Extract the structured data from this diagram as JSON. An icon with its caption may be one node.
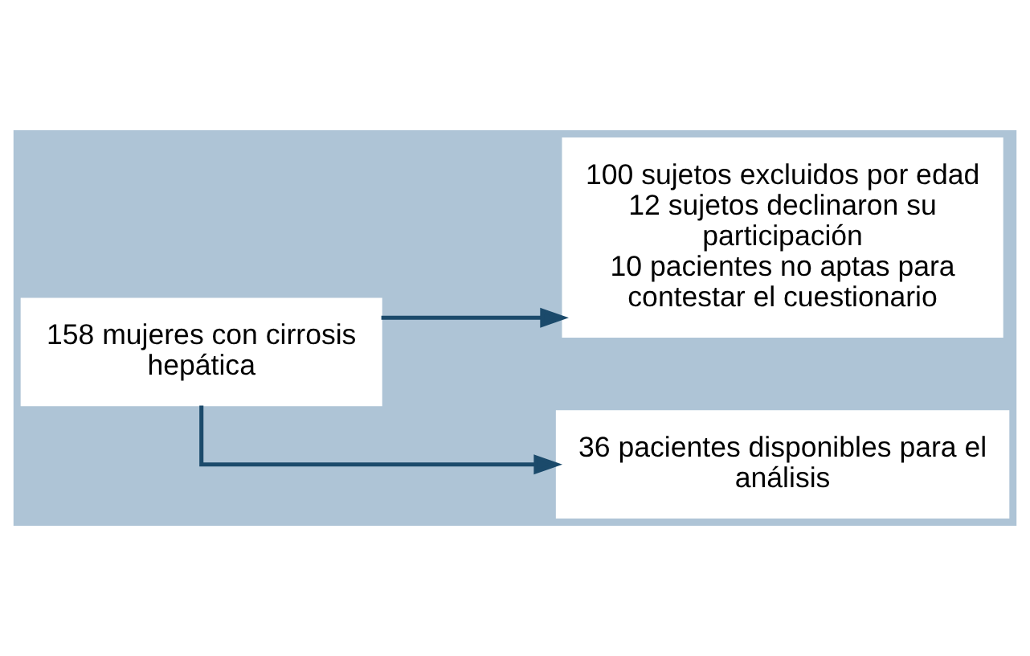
{
  "diagram": {
    "nodes": [
      {
        "text": [
          "158 mujeres con cirrosis hepática"
        ]
      },
      {
        "text": [
          "100 sujetos excluidos por edad",
          "12 sujetos declinaron su participación",
          "10 pacientes no aptas para contestar el cuestionario"
        ]
      },
      {
        "text": [
          "36 pacientes disponibles para el análisis"
        ]
      }
    ],
    "edges": [
      {
        "from": 0,
        "to": 1,
        "arrow": "to"
      },
      {
        "from": 0,
        "to": 2,
        "arrow": "to"
      }
    ]
  }
}
